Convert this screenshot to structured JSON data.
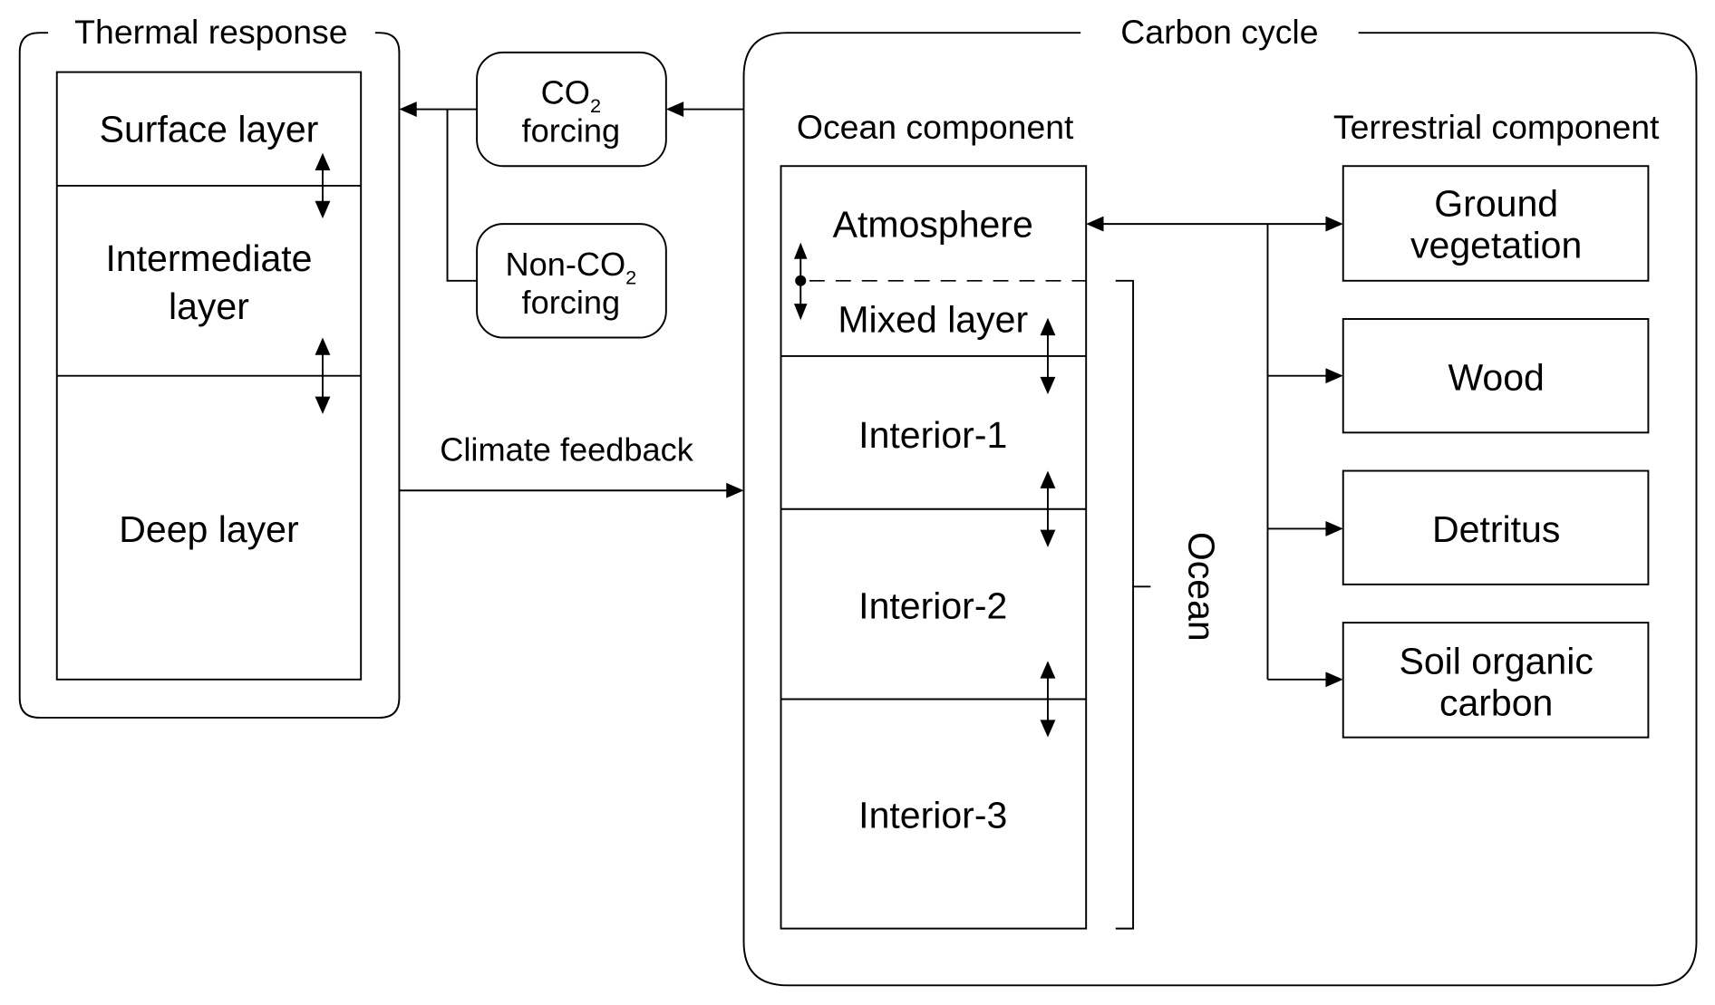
{
  "thermal": {
    "title": "Thermal response",
    "layers": [
      {
        "label_lines": [
          "Surface layer"
        ]
      },
      {
        "label_lines": [
          "Intermediate",
          "layer"
        ]
      },
      {
        "label_lines": [
          "Deep layer"
        ]
      }
    ]
  },
  "forcings": {
    "co2": {
      "main": "CO",
      "subscript": "2",
      "line2": "forcing"
    },
    "non_co2": {
      "main": "Non-CO",
      "subscript": "2",
      "line2": "forcing"
    }
  },
  "links": {
    "climate_feedback": "Climate feedback"
  },
  "carbon": {
    "title": "Carbon cycle",
    "ocean_component": {
      "heading": "Ocean component",
      "layers": [
        {
          "label": "Atmosphere"
        },
        {
          "label": "Mixed layer"
        },
        {
          "label": "Interior-1"
        },
        {
          "label": "Interior-2"
        },
        {
          "label": "Interior-3"
        }
      ],
      "bracket_label": "Ocean"
    },
    "terrestrial_component": {
      "heading": "Terrestrial component",
      "pools": [
        {
          "label_lines": [
            "Ground",
            "vegetation"
          ]
        },
        {
          "label_lines": [
            "Wood"
          ]
        },
        {
          "label_lines": [
            "Detritus"
          ]
        },
        {
          "label_lines": [
            "Soil organic",
            "carbon"
          ]
        }
      ]
    }
  },
  "colors": {
    "stroke": "#000000",
    "background": "#ffffff",
    "text": "#000000"
  }
}
